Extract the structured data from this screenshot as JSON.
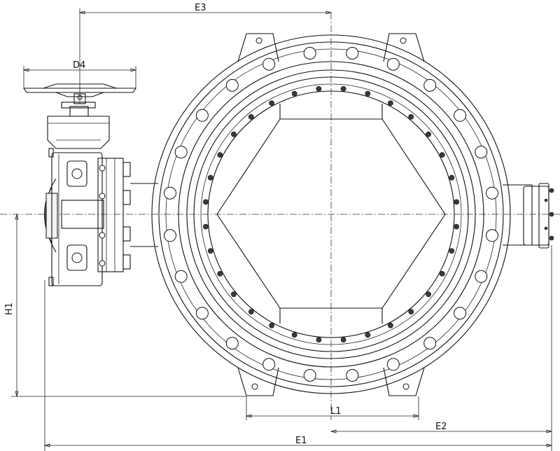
{
  "drawing": {
    "labels": {
      "e3": "E3",
      "d4": "D4",
      "h1": "H1",
      "l1": "L1",
      "e2": "E2",
      "e1": "E1"
    },
    "outer_bolt_count": 24,
    "inner_bolt_count": 32
  }
}
